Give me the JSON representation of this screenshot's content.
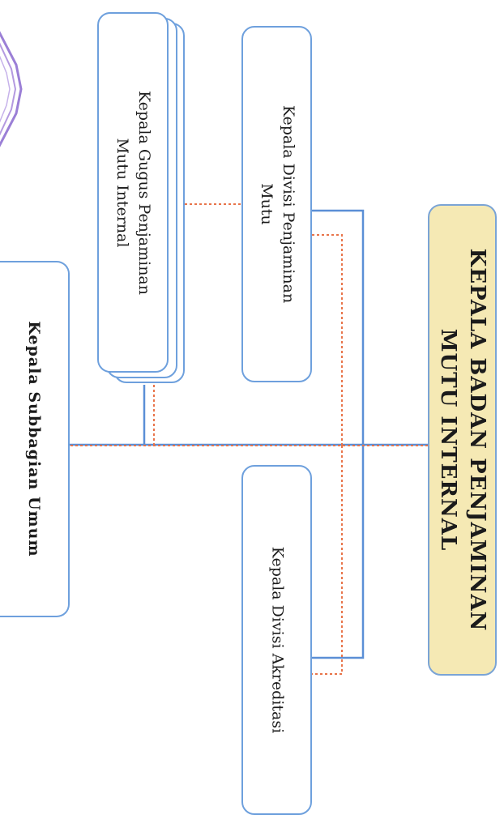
{
  "chart": {
    "head": {
      "line1": "KEPALA BADAN PENJAMINAN",
      "line2": "MUTU INTERNAL"
    },
    "divisi_penjaminan": {
      "line1": "Kepala Divisi Penjaminan",
      "line2": "Mutu"
    },
    "divisi_akreditasi": {
      "line1": "Kepala Divisi Akreditasi"
    },
    "gugus": {
      "line1": "Kepala Gugus Penjaminan",
      "line2": "Mutu Internal"
    },
    "subbagian": {
      "line1": "Kepala Subbagian Umum"
    }
  },
  "colors": {
    "command_line": "#5b8fd6",
    "coordination_line": "#e8744a",
    "box_border": "#6ea0dd",
    "head_fill": "#f5e9b4",
    "logo": "#9b7fd6"
  }
}
